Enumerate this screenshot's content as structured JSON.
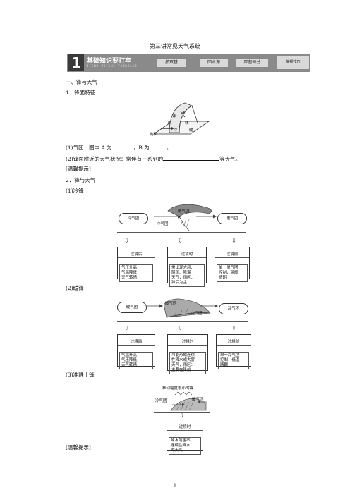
{
  "doc_title": "第三讲常见天气系统",
  "banner": {
    "number": "1",
    "title": "基础知识要打牢",
    "subtitle": "JICHU ZHISHI YAODALAO",
    "tabs": [
      "抓双基",
      "回本源",
      "厚基础分",
      "掌握技巧"
    ]
  },
  "section1": "一、锋与天气",
  "item1": "1．锋面特征",
  "fig1": {
    "A": "A",
    "B": "B",
    "ground": "地面",
    "a1": "锋",
    "a2": "线",
    "a3": "暖",
    "a4": "冷"
  },
  "q1": {
    "prefix": "(1)气团：图中 A 为",
    "mid": "，B 为",
    "end": "。"
  },
  "q2": {
    "prefix": "(2)锋面附近的天气状况：常伴有一系列的",
    "end": "等天气。"
  },
  "tip1": "[温馨提示]",
  "item2": "2．锋与天气",
  "cold": {
    "label": "(1)冷锋：",
    "left_cloud": "冷气团",
    "right_cloud": "暖气团",
    "mid_top": "暖气团",
    "mid_bottom": "冷气团",
    "boxes": [
      {
        "title": "过境后",
        "body": "气压升高，\n气温降低，\n天气转晴"
      },
      {
        "title": "过境时",
        "body": "常出现大风、\n阴雨、降温\n天气，雨区：\n锋后为主"
      },
      {
        "title": "过境前",
        "body": "单一暖气团\n控制，温暖\n晴朗"
      }
    ]
  },
  "warm": {
    "label": "(2)暖锋：",
    "left_cloud": "暖气团",
    "right_cloud": "冷气团",
    "mid_top": "暖气团",
    "mid_bottom": "冷气团",
    "boxes": [
      {
        "title": "过境后",
        "body": "气温升高，\n气压降低，\n天气转晴"
      },
      {
        "title": "过境时",
        "body": "可能形成连续\n性降水或大雾\n天气，雨区：\n主要在锋前"
      },
      {
        "title": "过境前",
        "body": "单一冷气团\n控制，低温\n晴朗"
      }
    ]
  },
  "stationary": {
    "label": "(3)准静止锋",
    "top_label": "移动幅度很小的锋",
    "cold": "冷气团",
    "warm": "暖气团",
    "box": {
      "title": "过境时",
      "body": "降水范围不，\n连续性降水\n的天气"
    }
  },
  "tip2": "[温馨提示]",
  "page_number": "1"
}
